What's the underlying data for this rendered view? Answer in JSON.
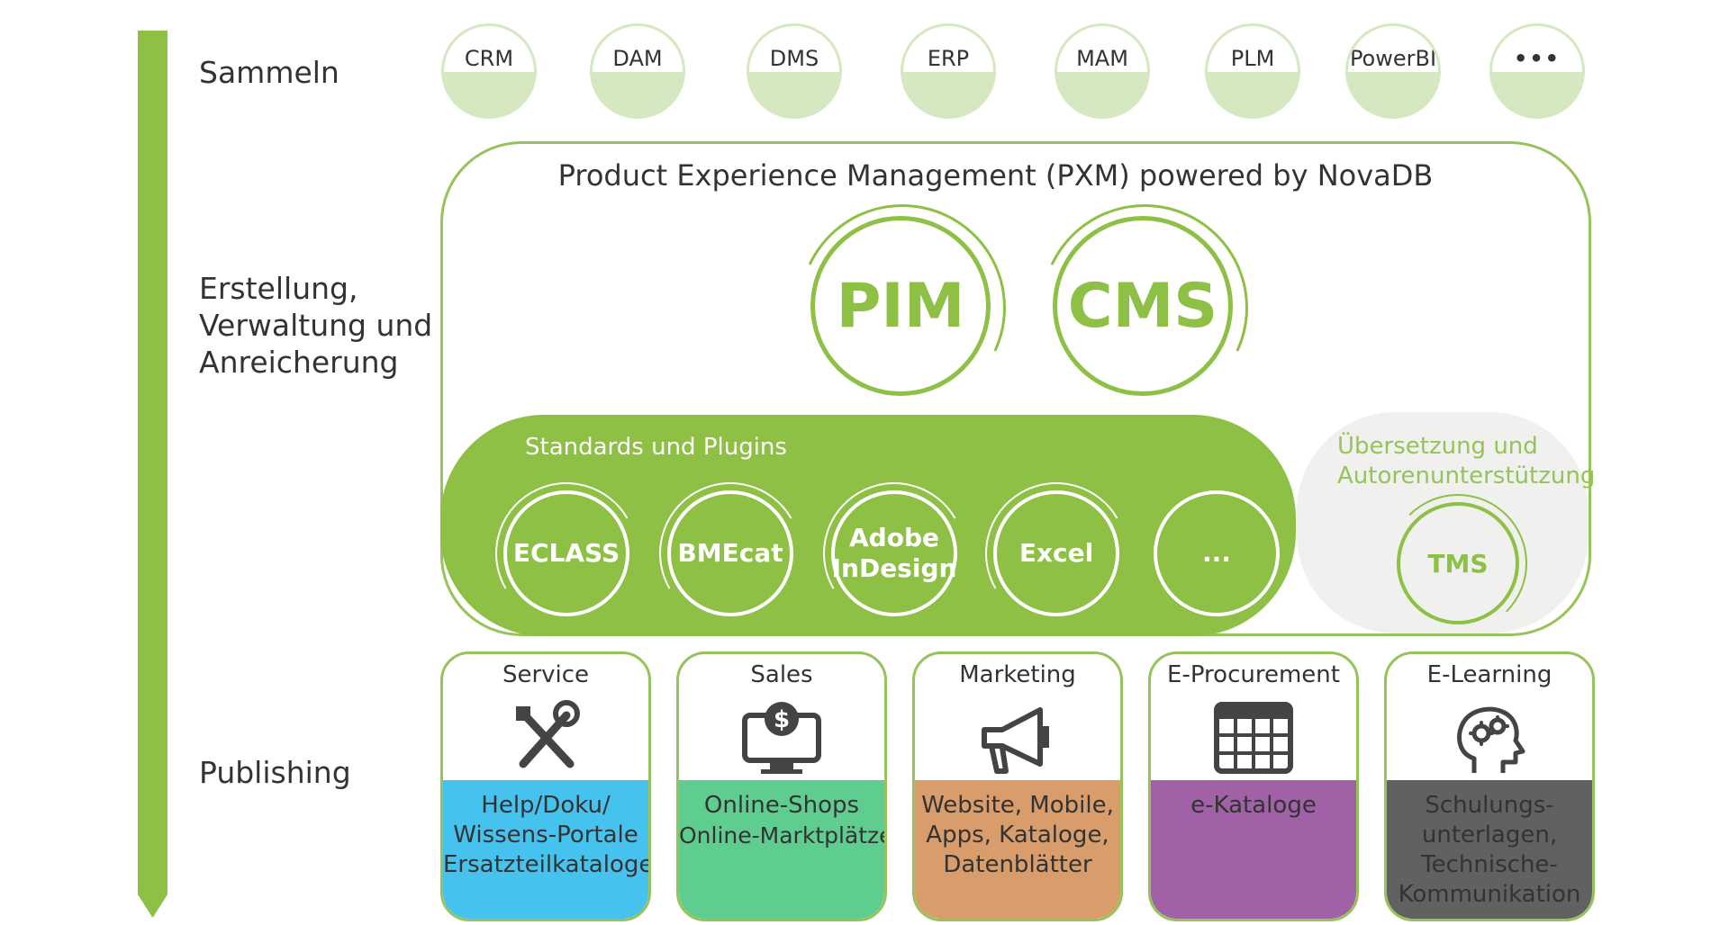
{
  "colors": {
    "green": "#8dc045",
    "light_green": "#d5e8c1",
    "service": "#45c2ee",
    "sales": "#5fcd90",
    "marketing": "#d99c6b",
    "eprocurement": "#a061a6",
    "elearning": "#616161"
  },
  "stages": {
    "collect": "Sammeln",
    "create_lines": [
      "Erstellung,",
      "Verwaltung und",
      "Anreicherung"
    ],
    "publish": "Publishing"
  },
  "sources": [
    "CRM",
    "DAM",
    "DMS",
    "ERP",
    "MAM",
    "PLM",
    "PowerBI",
    "•••"
  ],
  "pxm": {
    "title": "Product Experience Management (PXM) powered by NovaDB",
    "core": [
      "PIM",
      "CMS"
    ],
    "plugins_title": "Standards und Plugins",
    "plugins": [
      {
        "lines": [
          "ECLASS"
        ]
      },
      {
        "lines": [
          "BMEcat"
        ]
      },
      {
        "lines": [
          "Adobe",
          "InDesign"
        ]
      },
      {
        "lines": [
          "Excel"
        ]
      },
      {
        "lines": [
          "..."
        ]
      }
    ],
    "translation_lines": [
      "Übersetzung und",
      "Autorenunterstützung"
    ],
    "translation_tool": "TMS"
  },
  "channels": [
    {
      "title": "Service",
      "icon": "tools-icon",
      "lines": [
        "Help/Doku/",
        "Wissens-Portale",
        "Ersatzteilkataloge"
      ]
    },
    {
      "title": "Sales",
      "icon": "monitor-dollar-icon",
      "lines": [
        "Online-Shops",
        "Online-Marktplätze"
      ]
    },
    {
      "title": "Marketing",
      "icon": "megaphone-icon",
      "lines": [
        "Website, Mobile,",
        "Apps, Kataloge,",
        "Datenblätter"
      ]
    },
    {
      "title": "E-Procurement",
      "icon": "calendar-grid-icon",
      "lines": [
        "e-Kataloge"
      ]
    },
    {
      "title": "E-Learning",
      "icon": "head-gears-icon",
      "lines": [
        "Schulungs-",
        "unterlagen,",
        "Technische-",
        "Kommunikation"
      ]
    }
  ]
}
